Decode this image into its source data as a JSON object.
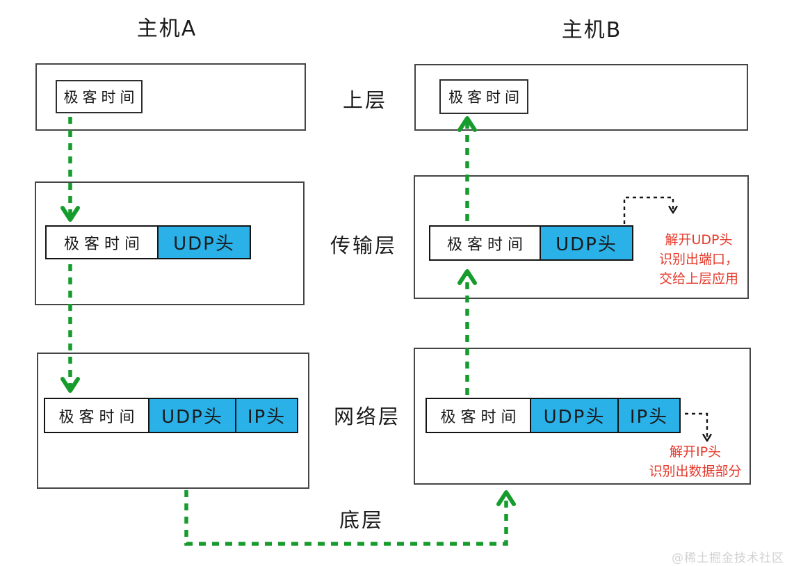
{
  "diagram": {
    "title_left": "主机A",
    "title_right": "主机B",
    "layers": {
      "upper": "上层",
      "transport": "传输层",
      "network": "网络层",
      "bottom": "底层"
    },
    "payload_label": "极客时间",
    "udp_label": "UDP头",
    "ip_label": "IP头",
    "annotations": {
      "udp_unpack": [
        "解开UDP头",
        "识别出端口，",
        "交给上层应用"
      ],
      "ip_unpack": [
        "解开IP头",
        "识别出数据部分"
      ]
    },
    "watermark": "@稀土掘金技术社区",
    "colors": {
      "header_blue": "#29b1e8",
      "flow_green": "#169c2d",
      "annotation_red": "#e5392b"
    }
  }
}
